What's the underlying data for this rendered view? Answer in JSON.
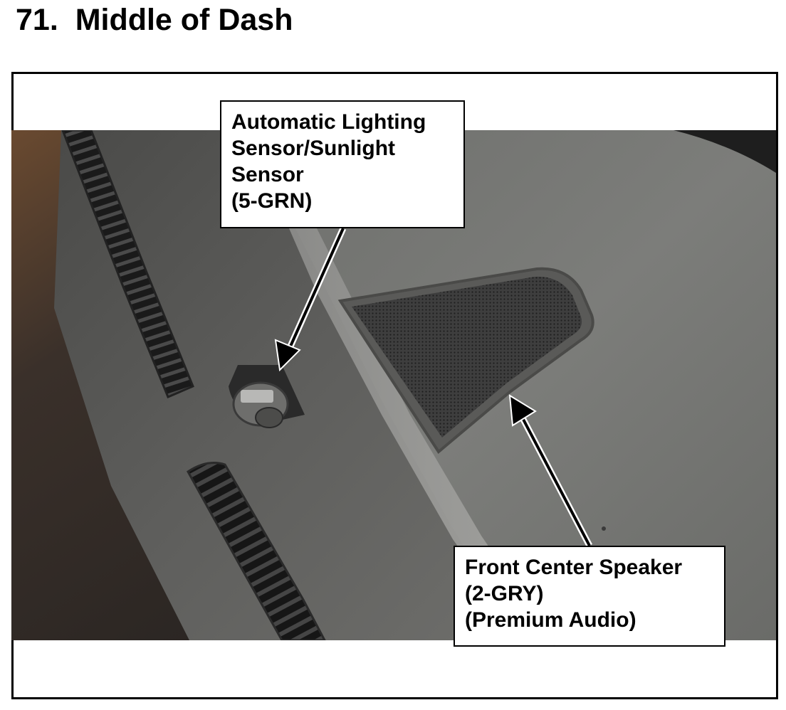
{
  "title": {
    "number": "71.",
    "text": "Middle of Dash"
  },
  "callouts": {
    "sensor": {
      "lines": [
        "Automatic Lighting",
        "Sensor/Sunlight",
        "Sensor",
        "(5-GRN)"
      ]
    },
    "speaker": {
      "lines": [
        "Front Center Speaker",
        "(2-GRY)",
        "(Premium Audio)"
      ]
    }
  },
  "colors": {
    "dash_dark": "#3a3a3a",
    "dash_mid": "#5c5c5a",
    "dash_light": "#7d7e7b",
    "windshield": "#2a2624",
    "grille": "#2c2c2c",
    "frame": "#000000"
  }
}
